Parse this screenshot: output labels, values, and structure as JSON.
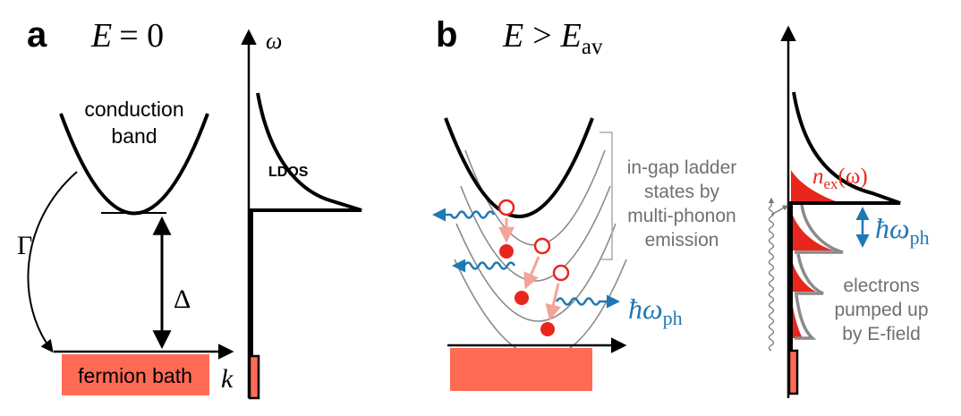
{
  "colors": {
    "black": "#000000",
    "gray": "#8a8a8a",
    "red": "#e8261c",
    "salmon": "#f26a55",
    "pink": "#f4a398",
    "blue": "#1f78b4",
    "bath": "#ff6a55"
  },
  "panel_a": {
    "letter": "a",
    "condition_lhs": "E",
    "condition_op": "= 0",
    "conduction_line1": "conduction",
    "conduction_line2": "band",
    "gamma": "Γ",
    "delta": "Δ",
    "bath_label": "fermion bath",
    "k_label": "k",
    "omega_label": "ω",
    "ldos_label": "LDOS"
  },
  "panel_b": {
    "letter": "b",
    "condition_lhs": "E",
    "condition_op": ">",
    "condition_rhs": "E",
    "condition_sub": "av",
    "ladder_line1": "in-gap ladder",
    "ladder_line2": "states by",
    "ladder_line3": "multi-phonon",
    "ladder_line4": "emission",
    "phonon_main": "ħω",
    "phonon_sub": "ph",
    "right_phonon_main": "ħω",
    "right_phonon_sub": "ph",
    "nex_main": "n",
    "nex_sub": "ex",
    "nex_arg": "(ω)",
    "pumped_line1": "electrons",
    "pumped_line2": "pumped up",
    "pumped_line3": "by E-field"
  }
}
